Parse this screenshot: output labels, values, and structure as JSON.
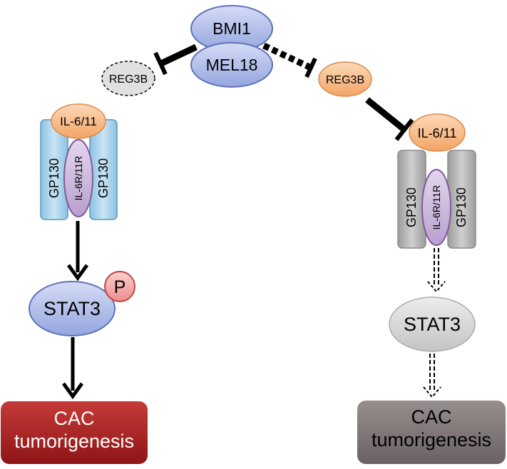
{
  "top_complex": {
    "bmi1": "BMI1",
    "mel18": "MEL18"
  },
  "left_pathway": {
    "reg3b": "REG3B",
    "ligand": "IL-6/11",
    "receptor_left": "GP130",
    "receptor_center": "IL-6R/11R",
    "receptor_right": "GP130",
    "phospho": "P",
    "stat3": "STAT3",
    "outcome_line1": "CAC",
    "outcome_line2": "tumorigenesis"
  },
  "right_pathway": {
    "reg3b": "REG3B",
    "ligand": "IL-6/11",
    "receptor_left": "GP130",
    "receptor_center": "IL-6R/11R",
    "receptor_right": "GP130",
    "stat3": "STAT3",
    "outcome_line1": "CAC",
    "outcome_line2": "tumorigenesis"
  },
  "colors": {
    "blue_node": "#a9b7e6",
    "orange_node": "#f7b57e",
    "purple_node": "#c9b3d9",
    "receptor_active": "#a9d2ea",
    "receptor_inactive": "#b7b7b7",
    "phospho": "#f4a3a3",
    "stat3_inactive": "#d7d7d7",
    "outcome_active": "#a82224",
    "outcome_inactive": "#7f7676",
    "line": "#000000"
  }
}
